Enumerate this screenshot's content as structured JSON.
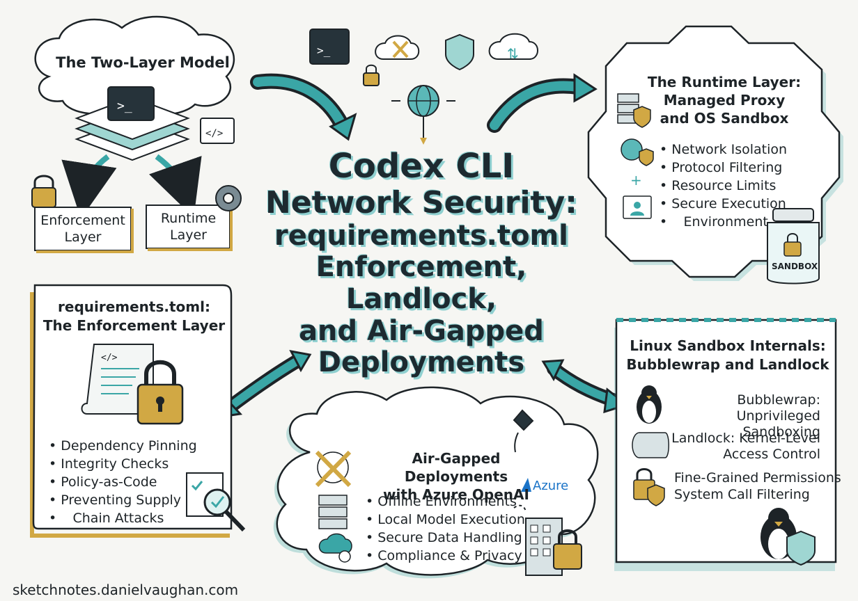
{
  "title": {
    "line1": "Codex CLI",
    "line2": "Network Security:",
    "line3": "requirements.toml",
    "line4": "Enforcement, Landlock,",
    "line5": "and Air-Gapped",
    "line6": "Deployments"
  },
  "two_layer": {
    "heading": "The Two-Layer Model",
    "enforcement_label": "Enforcement Layer",
    "runtime_label": "Runtime Layer"
  },
  "runtime_layer": {
    "heading_line1": "The Runtime Layer:",
    "heading_line2": "Managed Proxy",
    "heading_line3": "and OS Sandbox",
    "items": [
      "Network Isolation",
      "Protocol Filtering",
      "Resource Limits",
      "Secure Execution",
      "Environment"
    ],
    "jar_label": "SANDBOX"
  },
  "enforcement_layer": {
    "heading_line1": "requirements.toml:",
    "heading_line2": "The Enforcement Layer",
    "items": [
      "Dependency Pinning",
      "Integrity Checks",
      "Policy-as-Code",
      "Preventing Supply",
      "Chain Attacks"
    ]
  },
  "air_gapped": {
    "heading_line1": "Air-Gapped Deployments",
    "heading_line2": "with Azure OpenAI",
    "azure_label": "Azure",
    "items": [
      "Offline Environments",
      "Local Model Execution",
      "Secure Data Handling",
      "Compliance & Privacy"
    ]
  },
  "linux_sandbox": {
    "heading_line1": "Linux Sandbox Internals:",
    "heading_line2": "Bubblewrap and Landlock",
    "items": [
      {
        "line1": "Bubblewrap: Unprivileged",
        "line2": "Sandboxing"
      },
      {
        "line1": "Landlock: Kernel-Level",
        "line2": "Access Control"
      },
      {
        "line1": "Fine-Grained Permissions",
        "line2": "System Call Filtering"
      }
    ]
  },
  "footer": "sketchnotes.danielvaughan.com",
  "colors": {
    "teal": "#3aa6a6",
    "gold": "#d1a844",
    "ink": "#1d2327",
    "paper": "#f6f6f3"
  }
}
